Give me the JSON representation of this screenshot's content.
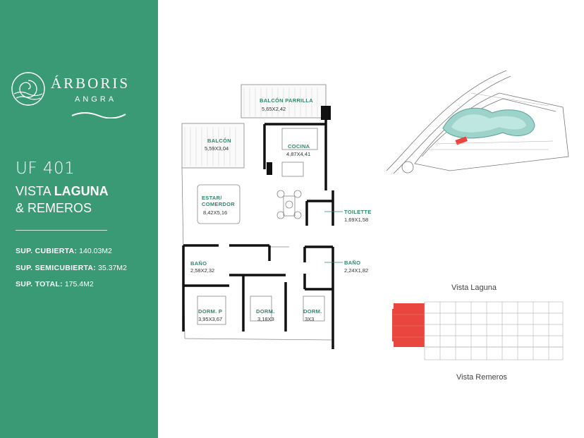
{
  "brand": {
    "name": "ÁRBORIS",
    "sub": "ANGRA"
  },
  "unit": {
    "code": "UF 401",
    "view_line1_pre": "VISTA ",
    "view_line1_bold": "LAGUNA",
    "view_line2": "& REMEROS"
  },
  "specs": [
    {
      "label": "SUP. CUBIERTA:",
      "value": "140.03M2"
    },
    {
      "label": "SUP. SEMICUBIERTA:",
      "value": "35.37M2"
    },
    {
      "label": "SUP. TOTAL:",
      "value": "175.4M2"
    }
  ],
  "rooms": [
    {
      "name": "BALCÓN PARRILLA",
      "dims": "5,65X2,42"
    },
    {
      "name": "BALCÓN",
      "dims": "5,59X3,04"
    },
    {
      "name": "COCINA",
      "dims": "4,87X4,41"
    },
    {
      "name": "ESTAR/ COMERDOR",
      "dims": "8,42X5,16"
    },
    {
      "name": "TOILETTE",
      "dims": "1,69X1,58"
    },
    {
      "name": "BAÑO",
      "dims": "2,58X2,32"
    },
    {
      "name": "BAÑO",
      "dims": "2,24X1,82"
    },
    {
      "name": "DORM. P",
      "dims": "3,95X3,67"
    },
    {
      "name": "DORM.",
      "dims": "3,18X3"
    },
    {
      "name": "DORM.",
      "dims": "3X3"
    }
  ],
  "views": {
    "top": "Vista Laguna",
    "bottom": "Vista Remeros"
  },
  "colors": {
    "sidebar": "#3a9a76",
    "room_label": "#2f8a67",
    "highlight": "#e8463f"
  }
}
